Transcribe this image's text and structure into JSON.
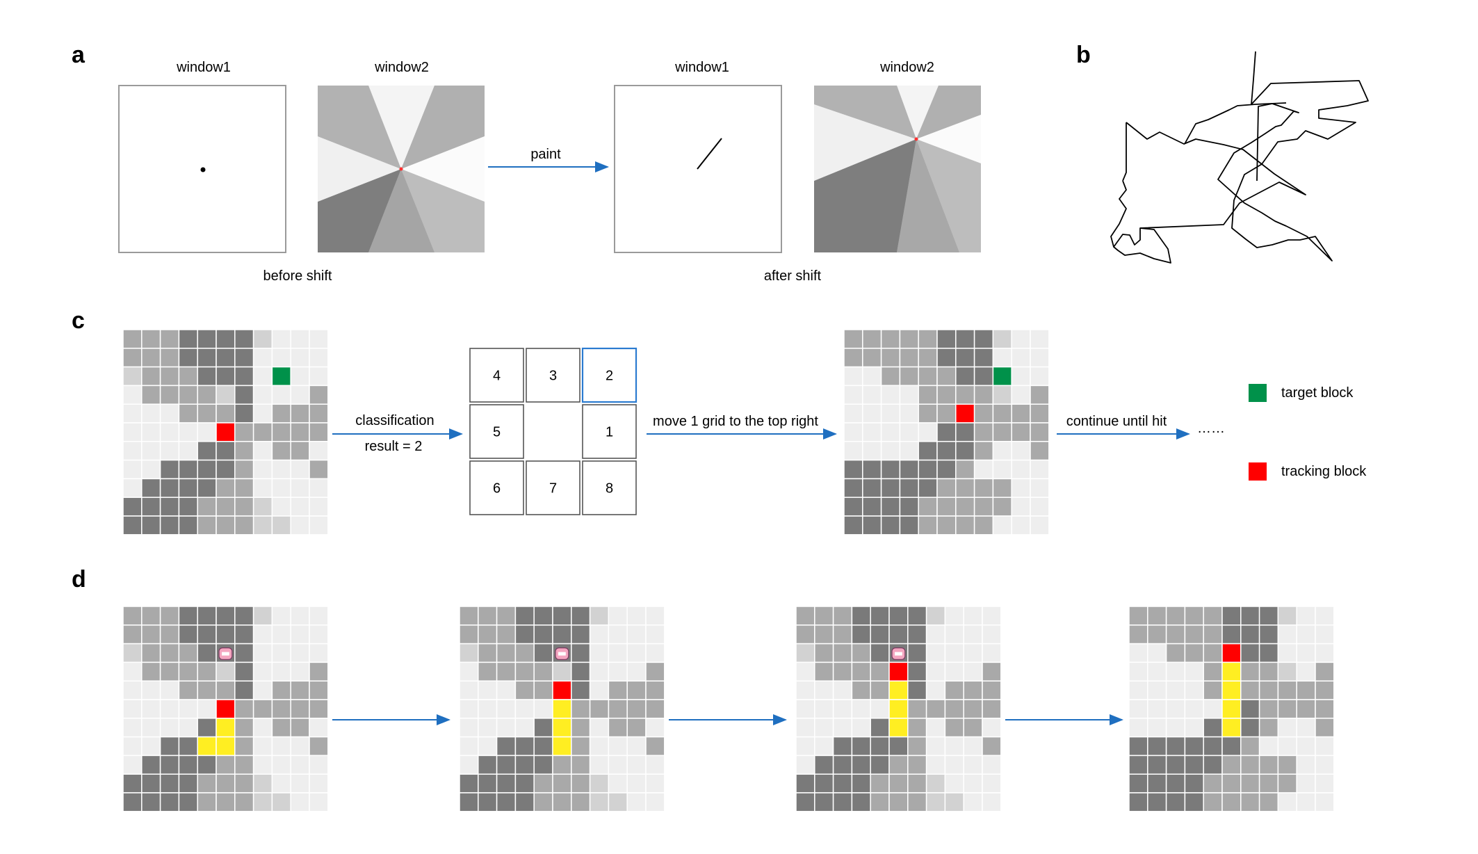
{
  "panels": {
    "a": {
      "letter": "a",
      "window1_label": "window1",
      "window2_label": "window2",
      "arrow_label": "paint",
      "before_label": "before shift",
      "after_label": "after shift"
    },
    "b": {
      "letter": "b"
    },
    "c": {
      "letter": "c",
      "arrow1_label_top": "classification",
      "arrow1_label_bottom": "result = 2",
      "arrow2_label": "move 1 grid to the top right",
      "arrow3_label": "continue until hit",
      "ellipsis": "……",
      "direction_labels": [
        "4",
        "3",
        "2",
        "5",
        "",
        "1",
        "6",
        "7",
        "8"
      ],
      "highlighted_direction": "2",
      "legend": [
        {
          "label": "target block",
          "color": "#00914a"
        },
        {
          "label": "tracking block",
          "color": "#ff0000"
        }
      ]
    },
    "d": {
      "letter": "d"
    }
  },
  "colors": {
    "arrow": "#1f6fc0",
    "red": "#ff0000",
    "green": "#00914a",
    "yellow": "#ffee22",
    "box_border": "#9a9a9a",
    "highlight_border": "#2b7bd0"
  }
}
